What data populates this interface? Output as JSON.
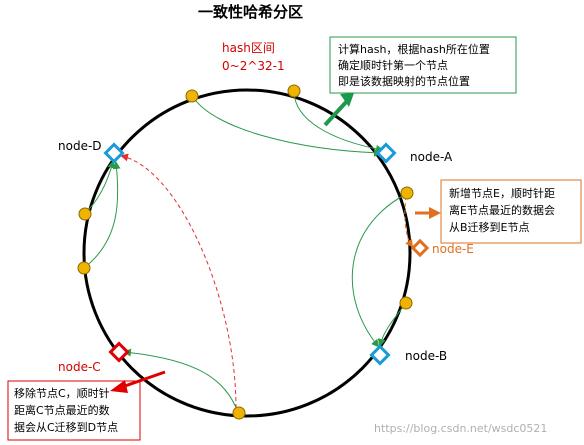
{
  "title": "一致性哈希分区",
  "hash_range": {
    "label": "hash区间",
    "range": "0~2^32-1"
  },
  "nodes": {
    "a": "node-A",
    "b": "node-B",
    "c": "node-C",
    "d": "node-D",
    "e": "node-E"
  },
  "notes": {
    "green": [
      "计算hash，根据hash所在位置",
      "确定顺时针第一个节点",
      "即是该数据映射的节点位置"
    ],
    "orange": [
      "新增节点E，顺时针距",
      "离E节点最近的数据会",
      "从B迁移到E节点"
    ],
    "red": [
      "移除节点C，顺时针",
      "距离C节点最近的数",
      "据会从C迁移到D节点"
    ]
  },
  "watermark": "https://blog.csdn.net/wsdc0521",
  "colors": {
    "ring": "#000000",
    "data_point": "#f0b400",
    "node_blue": "#1a9ad6",
    "node_red": "#e00000",
    "node_orange": "#e07020",
    "arrow_green": "#2a9a4a",
    "arrow_red_dashed": "#e03030",
    "arrow_orange": "#e07020"
  }
}
